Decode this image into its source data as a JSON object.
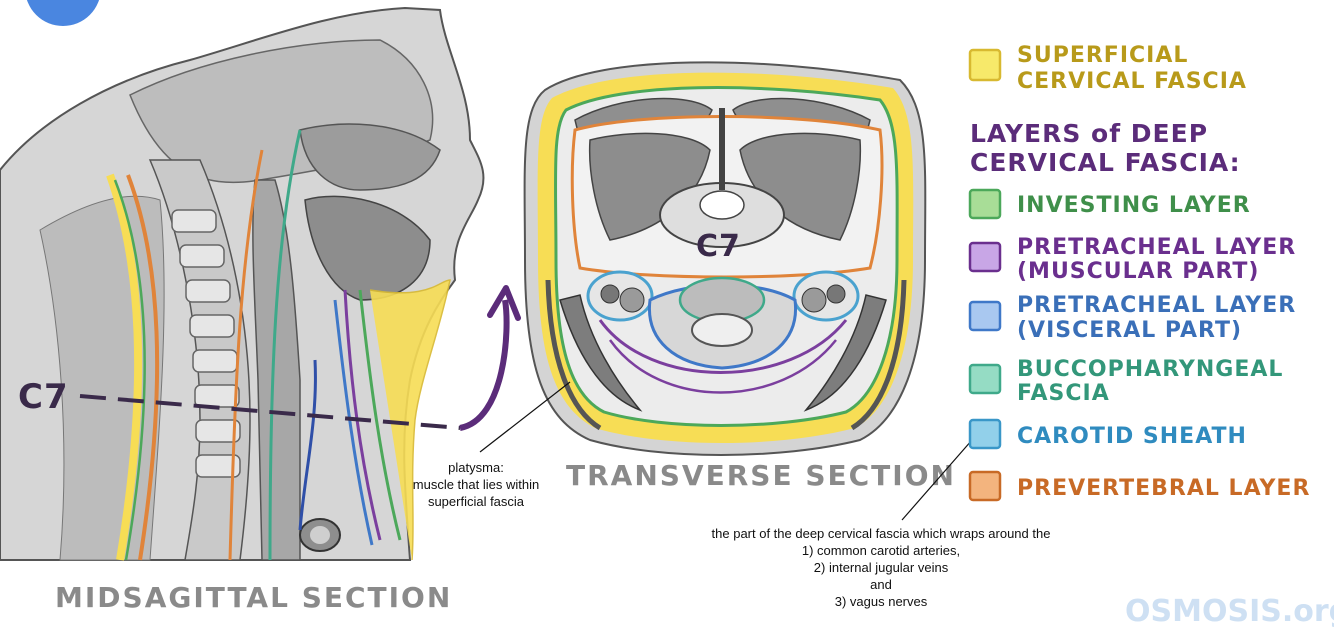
{
  "colors": {
    "superficial": "#f7dd55",
    "investing": "#4ca85a",
    "pretracheal_muscular": "#7b3f9e",
    "pretracheal_visceral": "#3f78c8",
    "buccopharyngeal": "#3fa98a",
    "carotid": "#4aa2cf",
    "prevertebral": "#e0843a",
    "c7_line": "#4b2a5e",
    "gray_section": "#8a8a8a",
    "heading_deep": "#5b2c7a"
  },
  "legend": {
    "superficial_line1": "SUPERFICIAL",
    "superficial_line2": "CERVICAL FASCIA",
    "deep_heading_line1": "LAYERS of DEEP",
    "deep_heading_line2": "CERVICAL FASCIA:",
    "items": [
      {
        "line1": "INVESTING LAYER",
        "line2": "",
        "color": "#4ca85a",
        "fill": "#a8dd97"
      },
      {
        "line1": "PRETRACHEAL LAYER",
        "line2": "(MUSCULAR PART)",
        "color": "#6a2f8e",
        "fill": "#c8a6e6"
      },
      {
        "line1": "PRETRACHEAL LAYER",
        "line2": "(VISCERAL PART)",
        "color": "#3f78c8",
        "fill": "#a9c8f0"
      },
      {
        "line1": "BUCCOPHARYNGEAL",
        "line2": "FASCIA",
        "color": "#3fa98a",
        "fill": "#95dcc4"
      },
      {
        "line1": "CAROTID SHEATH",
        "line2": "",
        "color": "#3a97c8",
        "fill": "#92d0ea"
      },
      {
        "line1": "PREVERTEBRAL LAYER",
        "line2": "",
        "color": "#c86a26",
        "fill": "#f3b47e"
      }
    ]
  },
  "labels": {
    "c7_left": "C7",
    "c7_center": "C7",
    "midsagittal": "MIDSAGITTAL SECTION",
    "transverse": "TRANSVERSE SECTION",
    "platysma": [
      "platysma:",
      "muscle that lies within",
      "superficial fascia"
    ],
    "carotid_note": [
      "the part of the deep cervical fascia which wraps around the",
      "1) common carotid arteries,",
      "2) internal jugular veins",
      "and",
      "3) vagus nerves"
    ],
    "watermark": "OSMOSIS.org"
  }
}
